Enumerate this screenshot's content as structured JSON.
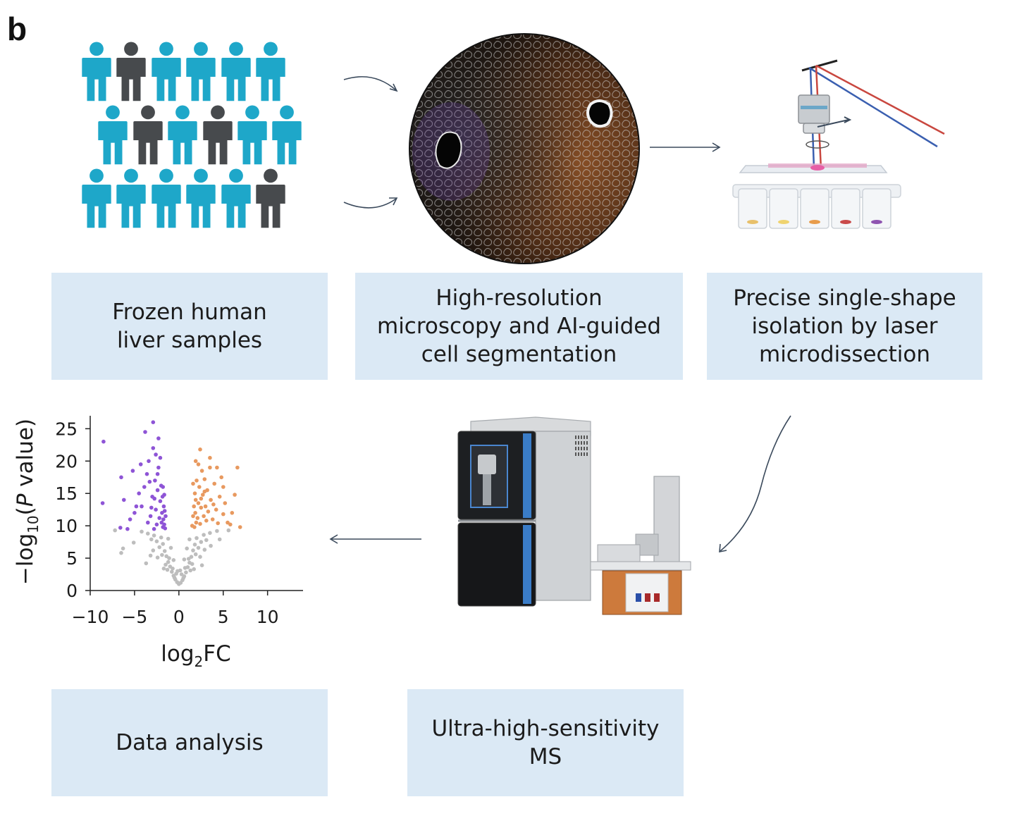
{
  "panel_label": "b",
  "steps": {
    "frozen": "Frozen human\nliver samples",
    "microscopy": "High-resolution\nmicroscopy and AI-guided\ncell segmentation",
    "isolation": "Precise single-shape\nisolation by laser\nmicrodissection",
    "analysis": "Data analysis",
    "ms": "Ultra-high-sensitivity\nMS"
  },
  "people_icons": {
    "icon": "person-icon",
    "rows": [
      [
        "highlight",
        "dark",
        "highlight",
        "highlight",
        "highlight",
        "highlight"
      ],
      [
        "highlight",
        "dark",
        "highlight",
        "dark",
        "highlight",
        "highlight"
      ],
      [
        "highlight",
        "highlight",
        "highlight",
        "highlight",
        "highlight",
        "dark"
      ]
    ]
  },
  "colors": {
    "box_fill": "#dbe9f5",
    "person_highlight": "#1ea7c9",
    "person_dark": "#474a4d",
    "arrow": "#3b4a5c",
    "down": "#8e54d6",
    "up": "#e8995f",
    "nonsig": "#bdbdbd"
  },
  "chart_data": {
    "type": "scatter",
    "title": "",
    "xlabel": "log2FC",
    "ylabel": "−log10(P value)",
    "xlim": [
      -10,
      14
    ],
    "ylim": [
      0,
      27
    ],
    "xticks": [
      "−10",
      "−5",
      "0",
      "5",
      "10"
    ],
    "yticks": [
      "0",
      "5",
      "10",
      "15",
      "20",
      "25"
    ],
    "series": [
      {
        "color": "#8e54d6",
        "points": [
          [
            -8.5,
            23
          ],
          [
            -8.6,
            13.5
          ],
          [
            -6.5,
            17.5
          ],
          [
            -6.2,
            14
          ],
          [
            -5.5,
            11
          ],
          [
            -5,
            12
          ],
          [
            -5.8,
            9.5
          ],
          [
            -6.6,
            9.7
          ],
          [
            -4.5,
            15
          ],
          [
            -4.2,
            13
          ],
          [
            -3.9,
            16
          ],
          [
            -3.6,
            18
          ],
          [
            -3.5,
            10.5
          ],
          [
            -3.2,
            11.5
          ],
          [
            -3.4,
            20
          ],
          [
            -3,
            14.5
          ],
          [
            -2.8,
            9.5
          ],
          [
            -2.7,
            17
          ],
          [
            -2.6,
            12.5
          ],
          [
            -2.5,
            10.2
          ],
          [
            -2.4,
            15.5
          ],
          [
            -2.3,
            19
          ],
          [
            -2.2,
            11.2
          ],
          [
            -2.1,
            13.8
          ],
          [
            -2,
            16.2
          ],
          [
            -1.95,
            10.5
          ],
          [
            -1.9,
            12
          ],
          [
            -1.85,
            14.5
          ],
          [
            -1.8,
            9.8
          ],
          [
            -1.75,
            11
          ],
          [
            -1.7,
            13
          ],
          [
            -1.65,
            10.2
          ],
          [
            -1.6,
            12.3
          ],
          [
            -1.55,
            9.6
          ],
          [
            -1.5,
            11.5
          ],
          [
            -2.9,
            22
          ],
          [
            -2.6,
            21
          ],
          [
            -3.8,
            24.5
          ],
          [
            -2.9,
            26
          ],
          [
            -2.3,
            23.5
          ],
          [
            -4.3,
            19.5
          ],
          [
            -5.2,
            18.5
          ],
          [
            -4.8,
            13
          ],
          [
            -3.3,
            16.8
          ],
          [
            -2.4,
            18
          ],
          [
            -1.8,
            16
          ],
          [
            -2.1,
            20.5
          ],
          [
            -3.1,
            12.8
          ],
          [
            -2.75,
            14.2
          ],
          [
            -1.65,
            14.8
          ]
        ]
      },
      {
        "color": "#e8995f",
        "points": [
          [
            1.5,
            10
          ],
          [
            1.6,
            11.5
          ],
          [
            1.7,
            13
          ],
          [
            1.75,
            9.8
          ],
          [
            1.8,
            15
          ],
          [
            1.85,
            12
          ],
          [
            1.9,
            14
          ],
          [
            1.95,
            10.5
          ],
          [
            2,
            17
          ],
          [
            2.1,
            11.2
          ],
          [
            2.2,
            13.5
          ],
          [
            2.3,
            16
          ],
          [
            2.4,
            10.3
          ],
          [
            2.5,
            12.8
          ],
          [
            2.6,
            18.5
          ],
          [
            2.7,
            14.8
          ],
          [
            2.8,
            11.5
          ],
          [
            2.9,
            17.2
          ],
          [
            3,
            13
          ],
          [
            3.1,
            10.8
          ],
          [
            3.2,
            15.5
          ],
          [
            3.3,
            12.2
          ],
          [
            3.5,
            19
          ],
          [
            3.6,
            14
          ],
          [
            3.8,
            11
          ],
          [
            4,
            16.5
          ],
          [
            4.2,
            12.5
          ],
          [
            4.4,
            10.4
          ],
          [
            4.6,
            14.5
          ],
          [
            4.8,
            17.5
          ],
          [
            5,
            11.8
          ],
          [
            5.2,
            13.5
          ],
          [
            5.5,
            10.5
          ],
          [
            6,
            12
          ],
          [
            6.3,
            14.8
          ],
          [
            6.6,
            19
          ],
          [
            6.9,
            9.8
          ],
          [
            2.4,
            21.8
          ],
          [
            1.9,
            20
          ],
          [
            3.5,
            20.5
          ],
          [
            5,
            16
          ],
          [
            4.3,
            19
          ],
          [
            2.2,
            19.5
          ],
          [
            2.9,
            15.3
          ],
          [
            3.9,
            13.3
          ],
          [
            5.8,
            10.2
          ],
          [
            1.6,
            16.5
          ],
          [
            2.5,
            14.2
          ]
        ]
      },
      {
        "color": "#bdbdbd",
        "points": [
          [
            0,
            1
          ],
          [
            0.2,
            1.2
          ],
          [
            -0.2,
            1.3
          ],
          [
            0.4,
            1.6
          ],
          [
            -0.4,
            1.7
          ],
          [
            0.6,
            2.2
          ],
          [
            -0.6,
            2.3
          ],
          [
            0.8,
            2.8
          ],
          [
            -0.8,
            2.9
          ],
          [
            1,
            3.6
          ],
          [
            -1,
            3.7
          ],
          [
            1.2,
            4.3
          ],
          [
            -1.2,
            4.4
          ],
          [
            1.4,
            5.2
          ],
          [
            -1.4,
            5.3
          ],
          [
            1.6,
            6.2
          ],
          [
            -1.6,
            6.1
          ],
          [
            1.8,
            7.1
          ],
          [
            -1.8,
            7.2
          ],
          [
            2,
            8.1
          ],
          [
            -2,
            8.2
          ],
          [
            0.3,
            2.5
          ],
          [
            -0.3,
            2.6
          ],
          [
            0.7,
            3.5
          ],
          [
            -0.7,
            3.4
          ],
          [
            1.1,
            4.9
          ],
          [
            -1.1,
            5
          ],
          [
            0.5,
            1.9
          ],
          [
            -0.5,
            2
          ],
          [
            1.3,
            3.1
          ],
          [
            -1.3,
            3.2
          ],
          [
            1.5,
            4.1
          ],
          [
            -1.5,
            4
          ],
          [
            1.9,
            5.6
          ],
          [
            -1.9,
            5.5
          ],
          [
            2.2,
            6.6
          ],
          [
            -2.2,
            6.7
          ],
          [
            2.5,
            7.5
          ],
          [
            -2.5,
            7.6
          ],
          [
            2.8,
            8.6
          ],
          [
            -2.8,
            8.5
          ],
          [
            3.1,
            7.8
          ],
          [
            -3.1,
            7.9
          ],
          [
            3.5,
            8.9
          ],
          [
            -3.5,
            8.8
          ],
          [
            0.9,
            6.5
          ],
          [
            -0.9,
            6.6
          ],
          [
            1.2,
            7.9
          ],
          [
            -1.2,
            8
          ],
          [
            0.6,
            4.8
          ],
          [
            -0.6,
            4.7
          ],
          [
            2.4,
            5.2
          ],
          [
            -2.4,
            5.1
          ],
          [
            1.7,
            3.3
          ],
          [
            -1.7,
            3.4
          ],
          [
            2.9,
            6.3
          ],
          [
            -2.9,
            6.2
          ],
          [
            0.15,
            3.1
          ],
          [
            -0.15,
            3
          ],
          [
            4.3,
            9.2
          ],
          [
            -4.2,
            9.1
          ],
          [
            -3.7,
            4.2
          ],
          [
            -3.2,
            5.4
          ],
          [
            2.6,
            3.9
          ],
          [
            3.6,
            6.9
          ],
          [
            -5.1,
            7.4
          ],
          [
            -6.3,
            6.5
          ],
          [
            -6.5,
            5.8
          ],
          [
            4.6,
            7.9
          ],
          [
            5.6,
            9.3
          ],
          [
            -7.2,
            9.3
          ]
        ]
      }
    ]
  }
}
